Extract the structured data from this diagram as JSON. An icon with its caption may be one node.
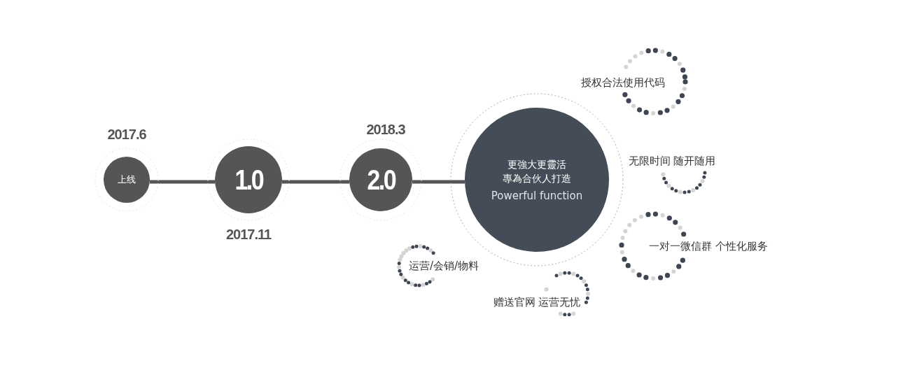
{
  "diagram": {
    "nodes": [
      {
        "text": [
          "上线"
        ],
        "beside": [
          "2017.6"
        ]
      },
      {
        "text": [
          "1.0"
        ],
        "beside": [
          "2017.11"
        ]
      },
      {
        "text": [
          "2.0"
        ],
        "beside": [
          "2018.3"
        ]
      },
      {
        "text": [
          "更強大更靈活",
          "專為合伙人打造",
          "Powerful function"
        ]
      },
      {
        "text": [
          "授权合法使用代码"
        ]
      },
      {
        "text": [
          "无限时间 随开随用"
        ]
      },
      {
        "text": [
          "一对一微信群 个性化服务"
        ]
      },
      {
        "text": [
          "运营/会销/物料"
        ]
      },
      {
        "text": [
          "赠送官网 运营无忧"
        ]
      }
    ],
    "edges": [
      {
        "from": 0,
        "to": 1,
        "arrow": "none"
      },
      {
        "from": 1,
        "to": 2,
        "arrow": "none"
      },
      {
        "from": 2,
        "to": 3,
        "arrow": "none"
      }
    ]
  }
}
